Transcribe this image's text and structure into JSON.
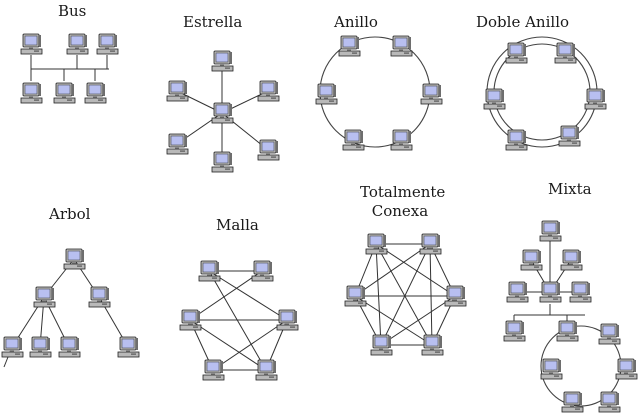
{
  "colors": {
    "background": "#ffffff",
    "line": "#333333",
    "computer_body": "#b9b9b9",
    "computer_screen": "#b8bff0",
    "computer_outline": "#222222"
  },
  "diagrams": {
    "bus": {
      "title": "Bus"
    },
    "estrella": {
      "title": "Estrella"
    },
    "anillo": {
      "title": "Anillo"
    },
    "doble_anillo": {
      "title": "Doble Anillo"
    },
    "arbol": {
      "title": "Arbol"
    },
    "malla": {
      "title": "Malla"
    },
    "totalmente_conexa": {
      "title_line1": "Totalmente",
      "title_line2": "Conexa"
    },
    "mixta": {
      "title": "Mixta"
    }
  },
  "icons": {
    "node": "computer-icon"
  }
}
